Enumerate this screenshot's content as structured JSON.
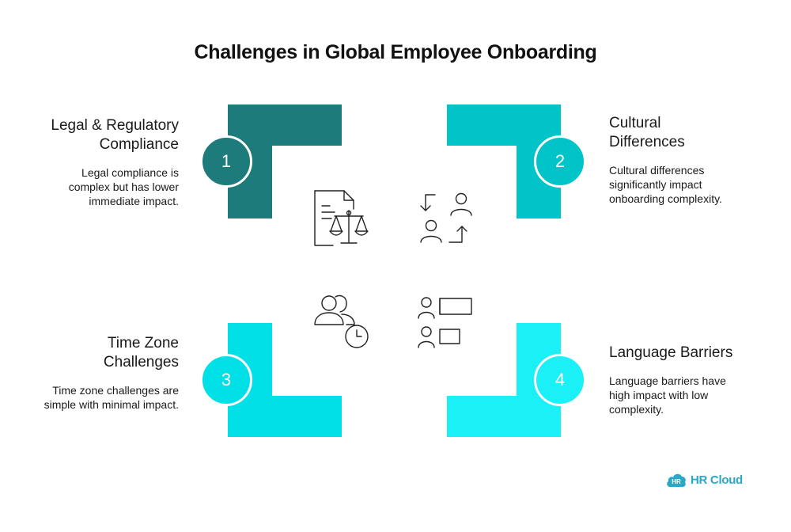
{
  "title": "Challenges in Global Employee Onboarding",
  "colors": {
    "q1": "#1e7b7b",
    "q2": "#00c4c8",
    "q3": "#00e0e6",
    "q4": "#1cf0f7",
    "logo": "#29a9c6"
  },
  "items": [
    {
      "number": "1",
      "heading": "Legal & Regulatory Compliance",
      "description": "Legal compliance is complex but has lower immediate impact.",
      "icon": "legal-document-scales-icon"
    },
    {
      "number": "2",
      "heading": "Cultural Differences",
      "description": "Cultural differences significantly impact onboarding complexity.",
      "icon": "people-exchange-icon"
    },
    {
      "number": "3",
      "heading": "Time Zone Challenges",
      "description": "Time zone challenges are simple with minimal impact.",
      "icon": "people-clock-icon"
    },
    {
      "number": "4",
      "heading": "Language Barriers",
      "description": "Language barriers have high impact with low complexity.",
      "icon": "people-speech-bubbles-icon"
    }
  ],
  "logo": {
    "badge": "HR",
    "text": "HR Cloud"
  }
}
